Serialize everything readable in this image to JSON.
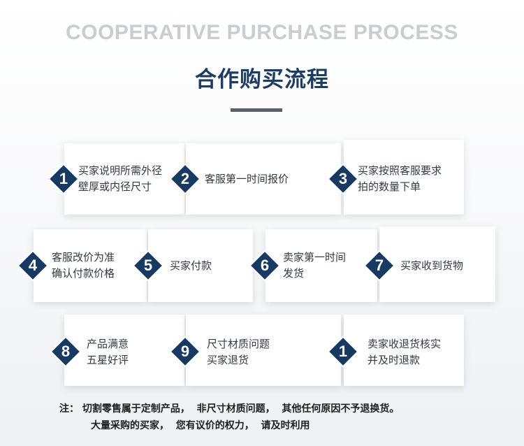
{
  "header": {
    "title_en": "COOPERATIVE  PURCHASE PROCESS",
    "title_cn": "合作购买流程"
  },
  "colors": {
    "accent": "#173a63",
    "title": "#1c3d63",
    "subtitle": "#c9ccd0"
  },
  "steps": [
    {
      "num": "1",
      "lines": [
        "买家说明所需外径",
        "壁厚或内径尺寸"
      ]
    },
    {
      "num": "2",
      "lines": [
        "客服第一时间报价"
      ]
    },
    {
      "num": "3",
      "lines": [
        "买家按照客服要求",
        "拍的数量下单"
      ]
    },
    {
      "num": "4",
      "lines": [
        "客服改价为准",
        "确认付款价格"
      ]
    },
    {
      "num": "5",
      "lines": [
        "买家付款"
      ]
    },
    {
      "num": "6",
      "lines": [
        "卖家第一时间",
        "发货"
      ]
    },
    {
      "num": "7",
      "lines": [
        "买家收到货物"
      ]
    },
    {
      "num": "8",
      "lines": [
        "产品满意",
        "五星好评"
      ]
    },
    {
      "num": "9",
      "lines": [
        "尺寸材质问题",
        "买家退货"
      ]
    },
    {
      "num": "1",
      "lines": [
        "卖家收退货核实",
        "并及时退款"
      ]
    }
  ],
  "note": {
    "prefix": "注：",
    "line1": "切割零售属于定制产品，  非尺寸材质问题，  其他任何原因不予退换货。",
    "line2": "大量采购的买家，  您有议价的权力，  请及时利用"
  }
}
